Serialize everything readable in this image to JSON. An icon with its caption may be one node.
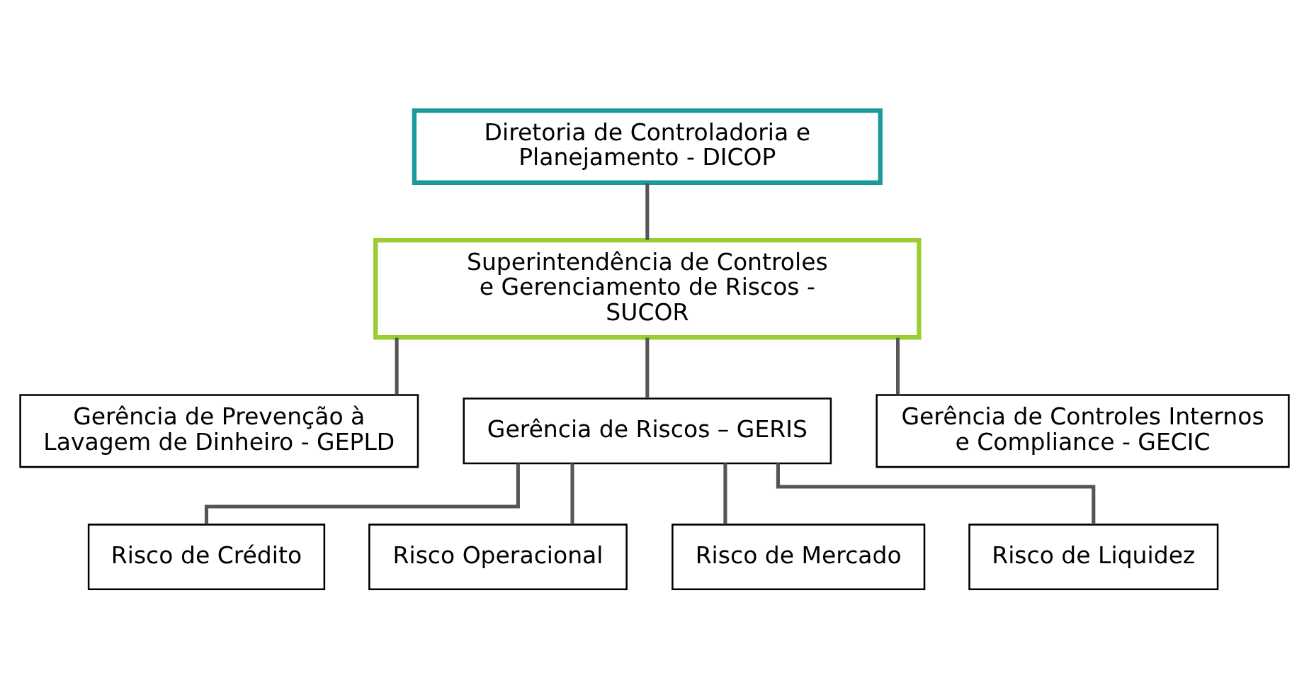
{
  "diagram": {
    "nodes": [
      {
        "text": [
          "Diretoria de Controladoria e Planejamento - DICOP"
        ]
      },
      {
        "text": [
          "Superintendência de Controles e Gerenciamento de Riscos - SUCOR"
        ]
      },
      {
        "text": [
          "Gerência de Prevenção à Lavagem de Dinheiro - GEPLD"
        ]
      },
      {
        "text": [
          "Gerência de Riscos – GERIS"
        ]
      },
      {
        "text": [
          "Gerência de Controles Internos e Compliance - GECIC"
        ]
      },
      {
        "text": [
          "Risco de Crédito"
        ]
      },
      {
        "text": [
          "Risco Operacional"
        ]
      },
      {
        "text": [
          "Risco de Mercado"
        ]
      },
      {
        "text": [
          "Risco de Liquidez"
        ]
      }
    ],
    "edges": [
      {
        "from": 0,
        "to": 1,
        "arrow": "none"
      },
      {
        "from": 1,
        "to": 2,
        "arrow": "none"
      },
      {
        "from": 1,
        "to": 3,
        "arrow": "none"
      },
      {
        "from": 1,
        "to": 4,
        "arrow": "none"
      },
      {
        "from": 3,
        "to": 5,
        "arrow": "none"
      },
      {
        "from": 3,
        "to": 6,
        "arrow": "none"
      },
      {
        "from": 3,
        "to": 7,
        "arrow": "none"
      },
      {
        "from": 3,
        "to": 8,
        "arrow": "none"
      }
    ]
  }
}
